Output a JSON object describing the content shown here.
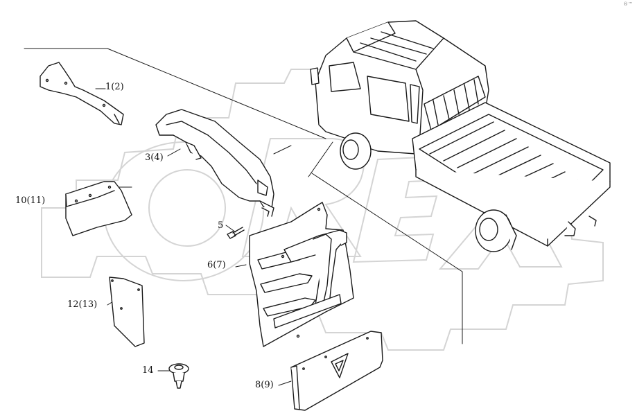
{
  "watermark": {
    "text": "OREX",
    "color": "#d8d8d8"
  },
  "corner_mark": "®™",
  "callouts": [
    {
      "id": "1",
      "label": "1(2)"
    },
    {
      "id": "3",
      "label": "3(4)"
    },
    {
      "id": "10",
      "label": "10(11)"
    },
    {
      "id": "5",
      "label": "5"
    },
    {
      "id": "6",
      "label": "6(7)"
    },
    {
      "id": "12",
      "label": "12(13)"
    },
    {
      "id": "14",
      "label": "14"
    },
    {
      "id": "8",
      "label": "8(9)"
    }
  ]
}
